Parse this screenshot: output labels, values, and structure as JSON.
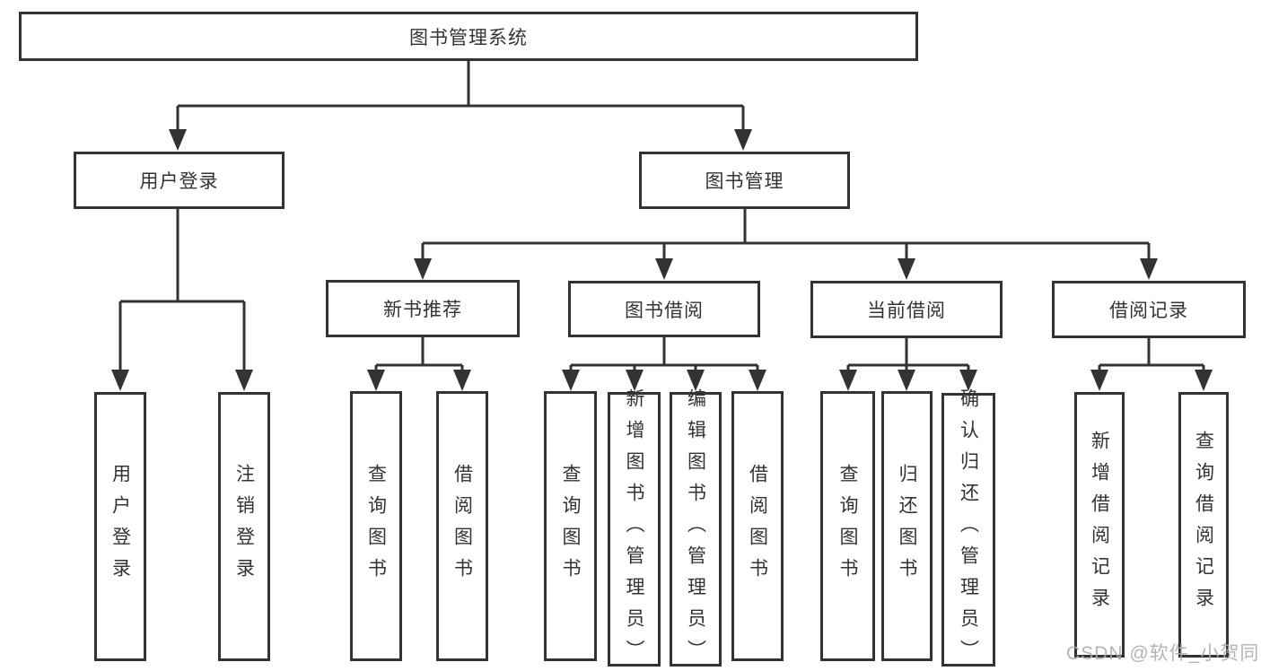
{
  "tree": {
    "root": {
      "label": "图书管理系统"
    },
    "branches": [
      {
        "label": "用户登录",
        "children": [
          {
            "label": "用户登录"
          },
          {
            "label": "注销登录"
          }
        ]
      },
      {
        "label": "图书管理",
        "children": [
          {
            "label": "新书推荐",
            "children": [
              {
                "label": "查询图书"
              },
              {
                "label": "借阅图书"
              }
            ]
          },
          {
            "label": "图书借阅",
            "children": [
              {
                "label": "查询图书"
              },
              {
                "label": "新增图书（管理员）"
              },
              {
                "label": "编辑图书（管理员）"
              },
              {
                "label": "借阅图书"
              }
            ]
          },
          {
            "label": "当前借阅",
            "children": [
              {
                "label": "查询图书"
              },
              {
                "label": "归还图书"
              },
              {
                "label": "确认归还（管理员）"
              }
            ]
          },
          {
            "label": "借阅记录",
            "children": [
              {
                "label": "新增借阅记录"
              },
              {
                "label": "查询借阅记录"
              }
            ]
          }
        ]
      }
    ]
  },
  "watermark": "CSDN @软件_小贺同学",
  "colors": {
    "line": "#333333",
    "text": "#333333",
    "watermark": "#a9acb1",
    "background": "#ffffff"
  }
}
